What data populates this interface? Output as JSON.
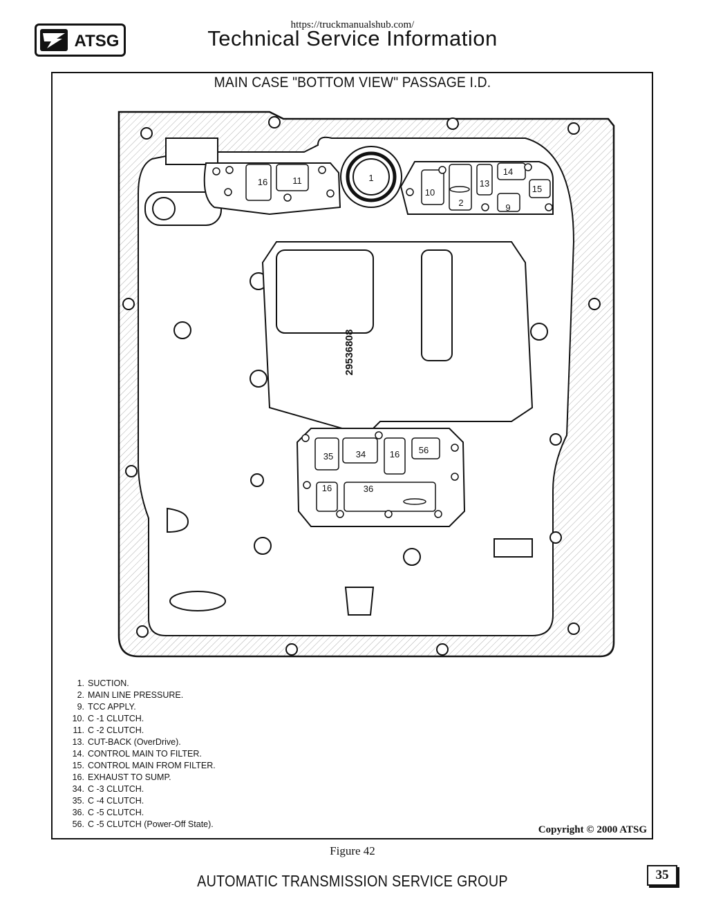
{
  "header": {
    "url": "https://truckmanualshub.com/",
    "title": "Technical Service Information",
    "logo_text": "ATSG"
  },
  "figure": {
    "title": "MAIN CASE \"BOTTOM VIEW\" PASSAGE I.D.",
    "part_number": "29536808",
    "callouts": [
      "1",
      "16",
      "11",
      "10",
      "2",
      "13",
      "14",
      "15",
      "9",
      "35",
      "34",
      "16",
      "56",
      "16",
      "36"
    ],
    "legend": [
      {
        "num": "1.",
        "text": "SUCTION."
      },
      {
        "num": "2.",
        "text": "MAIN LINE PRESSURE."
      },
      {
        "num": "9.",
        "text": "TCC APPLY."
      },
      {
        "num": "10.",
        "text": "C -1 CLUTCH."
      },
      {
        "num": "11.",
        "text": "C -2 CLUTCH."
      },
      {
        "num": "13.",
        "text": "CUT-BACK (OverDrive)."
      },
      {
        "num": "14.",
        "text": "CONTROL MAIN TO FILTER."
      },
      {
        "num": "15.",
        "text": "CONTROL MAIN FROM FILTER."
      },
      {
        "num": "16.",
        "text": "EXHAUST TO SUMP."
      },
      {
        "num": "34.",
        "text": "C -3 CLUTCH."
      },
      {
        "num": "35.",
        "text": "C -4 CLUTCH."
      },
      {
        "num": "36.",
        "text": "C -5 CLUTCH."
      },
      {
        "num": "56.",
        "text": "C -5 CLUTCH (Power-Off State)."
      }
    ],
    "copyright": "Copyright © 2000 ATSG",
    "caption": "Figure 42"
  },
  "footer": {
    "text": "AUTOMATIC TRANSMISSION SERVICE GROUP",
    "page_number": "35"
  }
}
